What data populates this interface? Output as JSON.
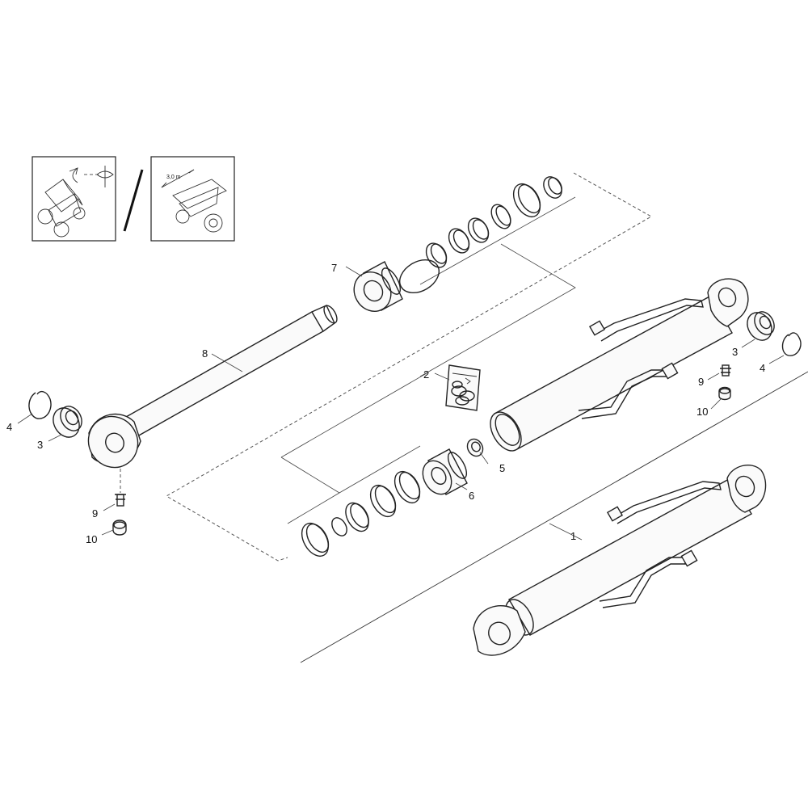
{
  "thumbnail_dimension": "3,0 m",
  "callouts": {
    "c1": "1",
    "c2": "2",
    "c3a": "3",
    "c3b": "3",
    "c4a": "4",
    "c4b": "4",
    "c5": "5",
    "c6": "6",
    "c7": "7",
    "c8": "8",
    "c9a": "9",
    "c9b": "9",
    "c10a": "10",
    "c10b": "10"
  },
  "icons": [
    "machine-rotate-icon",
    "machine-dimension-icon",
    "seal-kit-bag-icon"
  ]
}
